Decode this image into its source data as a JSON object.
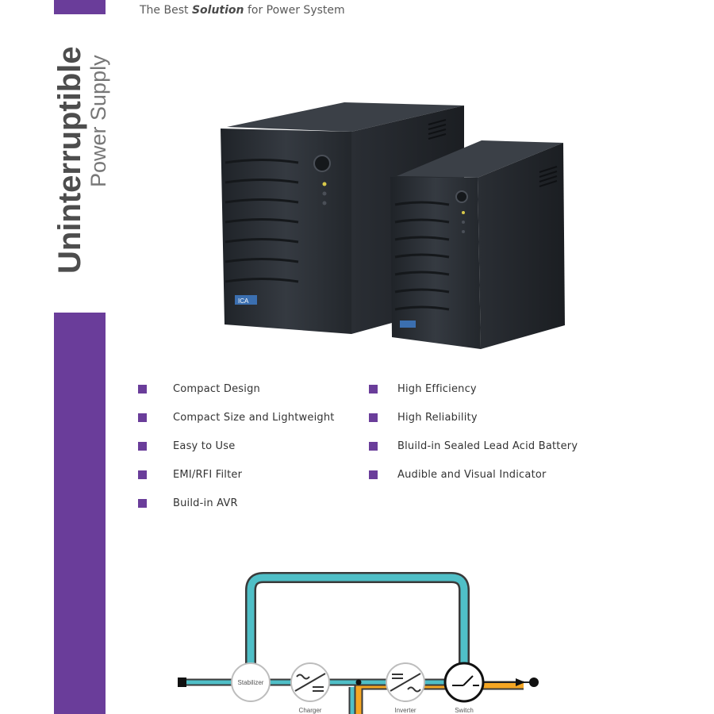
{
  "header": {
    "tagline_before": "The Best ",
    "tagline_emph": "Solution",
    "tagline_after": " for Power System"
  },
  "title": {
    "line1": "Uninterruptible",
    "line2": "Power Supply"
  },
  "product": {
    "brand_badge": "ICA"
  },
  "features": {
    "left": [
      "Compact Design",
      "Compact Size and Lightweight",
      "Easy to Use",
      "EMI/RFI Filter",
      "Build-in AVR"
    ],
    "right": [
      "High Efficiency",
      "High Reliability",
      "Bluild-in Sealed Lead Acid Battery",
      "Audible and Visual Indicator"
    ]
  },
  "diagram": {
    "stabilizer": "Stabilizer",
    "charger": "Charger",
    "inverter": "Inverter",
    "switch": "Switch"
  },
  "colors": {
    "accent": "#6a3d9a",
    "teal": "#4fbfc7",
    "orange": "#f5a623",
    "ups_body": "#2b2f35"
  }
}
